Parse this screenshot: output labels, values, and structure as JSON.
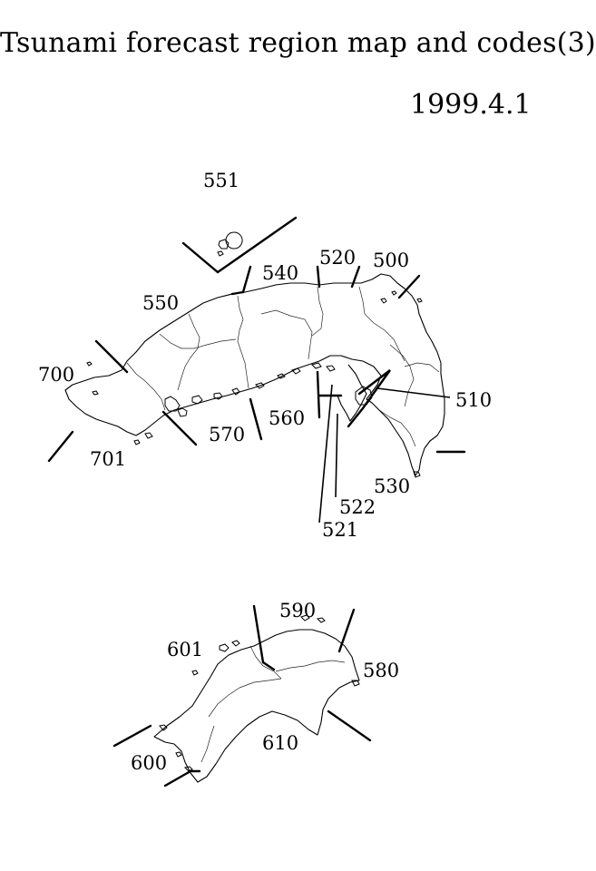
{
  "title": "Tsunami forecast region map and codes(3)",
  "date": "1999.4.1",
  "codes": {
    "c551": "551",
    "c540": "540",
    "c520": "520",
    "c500": "500",
    "c550": "550",
    "c700": "700",
    "c510": "510",
    "c560": "560",
    "c570": "570",
    "c701": "701",
    "c530": "530",
    "c522": "522",
    "c521": "521",
    "c590": "590",
    "c601": "601",
    "c580": "580",
    "c610": "610",
    "c600": "600"
  }
}
